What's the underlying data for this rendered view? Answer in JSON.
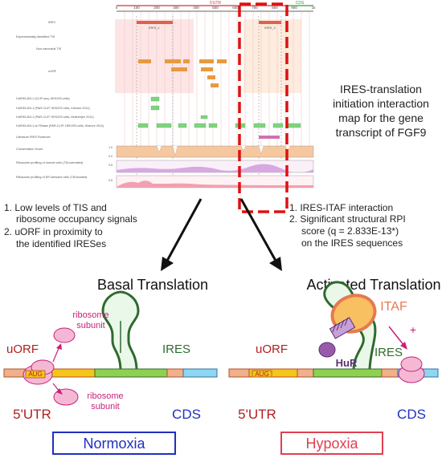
{
  "map": {
    "ruler_ticks": [
      "0",
      "100",
      "200",
      "300",
      "400",
      "500",
      "600",
      "700",
      "800",
      "900",
      "1k"
    ],
    "utr_label": "5'UTR",
    "cds_label": "CDS",
    "ires_labels": [
      "IRES_1",
      "IRES_2"
    ],
    "tracks": [
      "IRES",
      "Experimentally-identified TIS",
      "Non-canonical TIS",
      "uORF",
      "HuR/ELAVL1 (CLIP-seq, HEK293 cells)",
      "HuR/ELAVL1 (PAR-CLIP, HEK293 cells, Kishore 2011)",
      "HuR/ELAVL1 (PAR-CLIP, HEK293 cells, Mukherjee 2011)",
      "HuR/ELAVL1 w/ RNase (PAR-CLIP, HEK293 cells, Kishore 2011)",
      "Literature IRES Evidence",
      "Conservation Score",
      "Ribosome profiling of normal cells (TM-untreated)",
      "Ribosome profiling of ER stressed cells (TM-treated)"
    ],
    "axis_small": [
      "1.0",
      "0.5",
      "0.0"
    ]
  },
  "side_title": [
    "IRES-translation",
    "initiation interaction",
    "map for the gene",
    "transcript of FGF9"
  ],
  "left_notes": [
    "1. Low levels of TIS and",
    "ribosome occupancy signals",
    "2. uORF in proximity to",
    "the identified IRESes"
  ],
  "right_notes": [
    "1. IRES-ITAF interaction",
    "2. Significant structural RPI",
    "score (q = 2.833E-13*)",
    "on the IRES sequences"
  ],
  "left_panel": {
    "title": "Basal Translation",
    "uorf": "uORF",
    "aug": "AUG",
    "ribosome_top": [
      "ribosome",
      "subunit"
    ],
    "ribosome_bottom": [
      "ribosome",
      "subunit"
    ],
    "ires": "IRES",
    "utr": "5'UTR",
    "cds": "CDS",
    "condition": "Normoxia"
  },
  "right_panel": {
    "title": "Activated Translation",
    "itaf": "ITAF",
    "plus": "+",
    "uorf": "uORF",
    "aug": "AUG",
    "hur": "HuR",
    "ires": "IRES",
    "utr": "5'UTR",
    "cds": "CDS",
    "condition": "Hypoxia"
  },
  "colors": {
    "ires_bar": "#e06050",
    "uorf": "#e89a40",
    "hur": "#7fd47f",
    "literature": "#d070b0",
    "conservation": "#f6c8a0",
    "dashed_box": "#e01010",
    "utr_seg": "#f0b08a",
    "aug_box": "#f5c518",
    "green_seg": "#90d050",
    "cds_seg": "#8fd6f0",
    "stem": "#2e6b2e",
    "stem_fill": "#eaf8ea",
    "ribosome": "#f5b8d4",
    "ribosome_text": "#c8207a",
    "itaf_fill": "#f8c060",
    "itaf_stroke": "#e57a50",
    "hur_fill": "#9a5aaa",
    "normoxia": "#2030c0",
    "hypoxia": "#e04050",
    "cds_text": "#2030c0",
    "utr_text": "#b02020",
    "uorf_text": "#b02020",
    "green_text": "#2e6b2e"
  }
}
